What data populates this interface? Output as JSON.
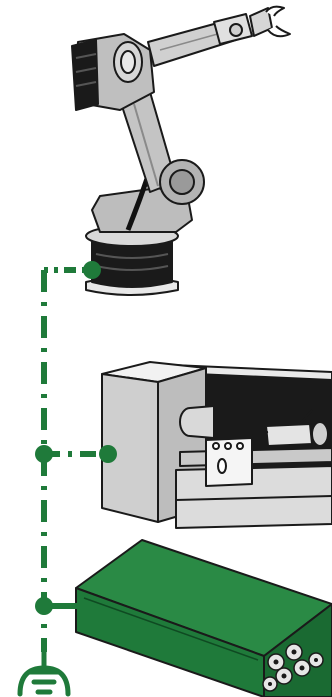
{
  "diagram": {
    "accent_color": "#1f7a3a",
    "components": [
      {
        "id": "robot-arm",
        "icon": "industrial-robot-arm-icon"
      },
      {
        "id": "lathe",
        "icon": "lathe-machine-icon"
      },
      {
        "id": "cable-tray",
        "icon": "green-cable-duct-icon"
      },
      {
        "id": "ground",
        "icon": "ground-earth-symbol-icon"
      }
    ],
    "connections": [
      {
        "from": "robot-arm",
        "to": "ground",
        "style": "dash-dot"
      },
      {
        "from": "lathe",
        "to": "ground",
        "style": "dash-dot"
      },
      {
        "from": "cable-tray",
        "to": "ground",
        "style": "dash-dot"
      }
    ]
  }
}
